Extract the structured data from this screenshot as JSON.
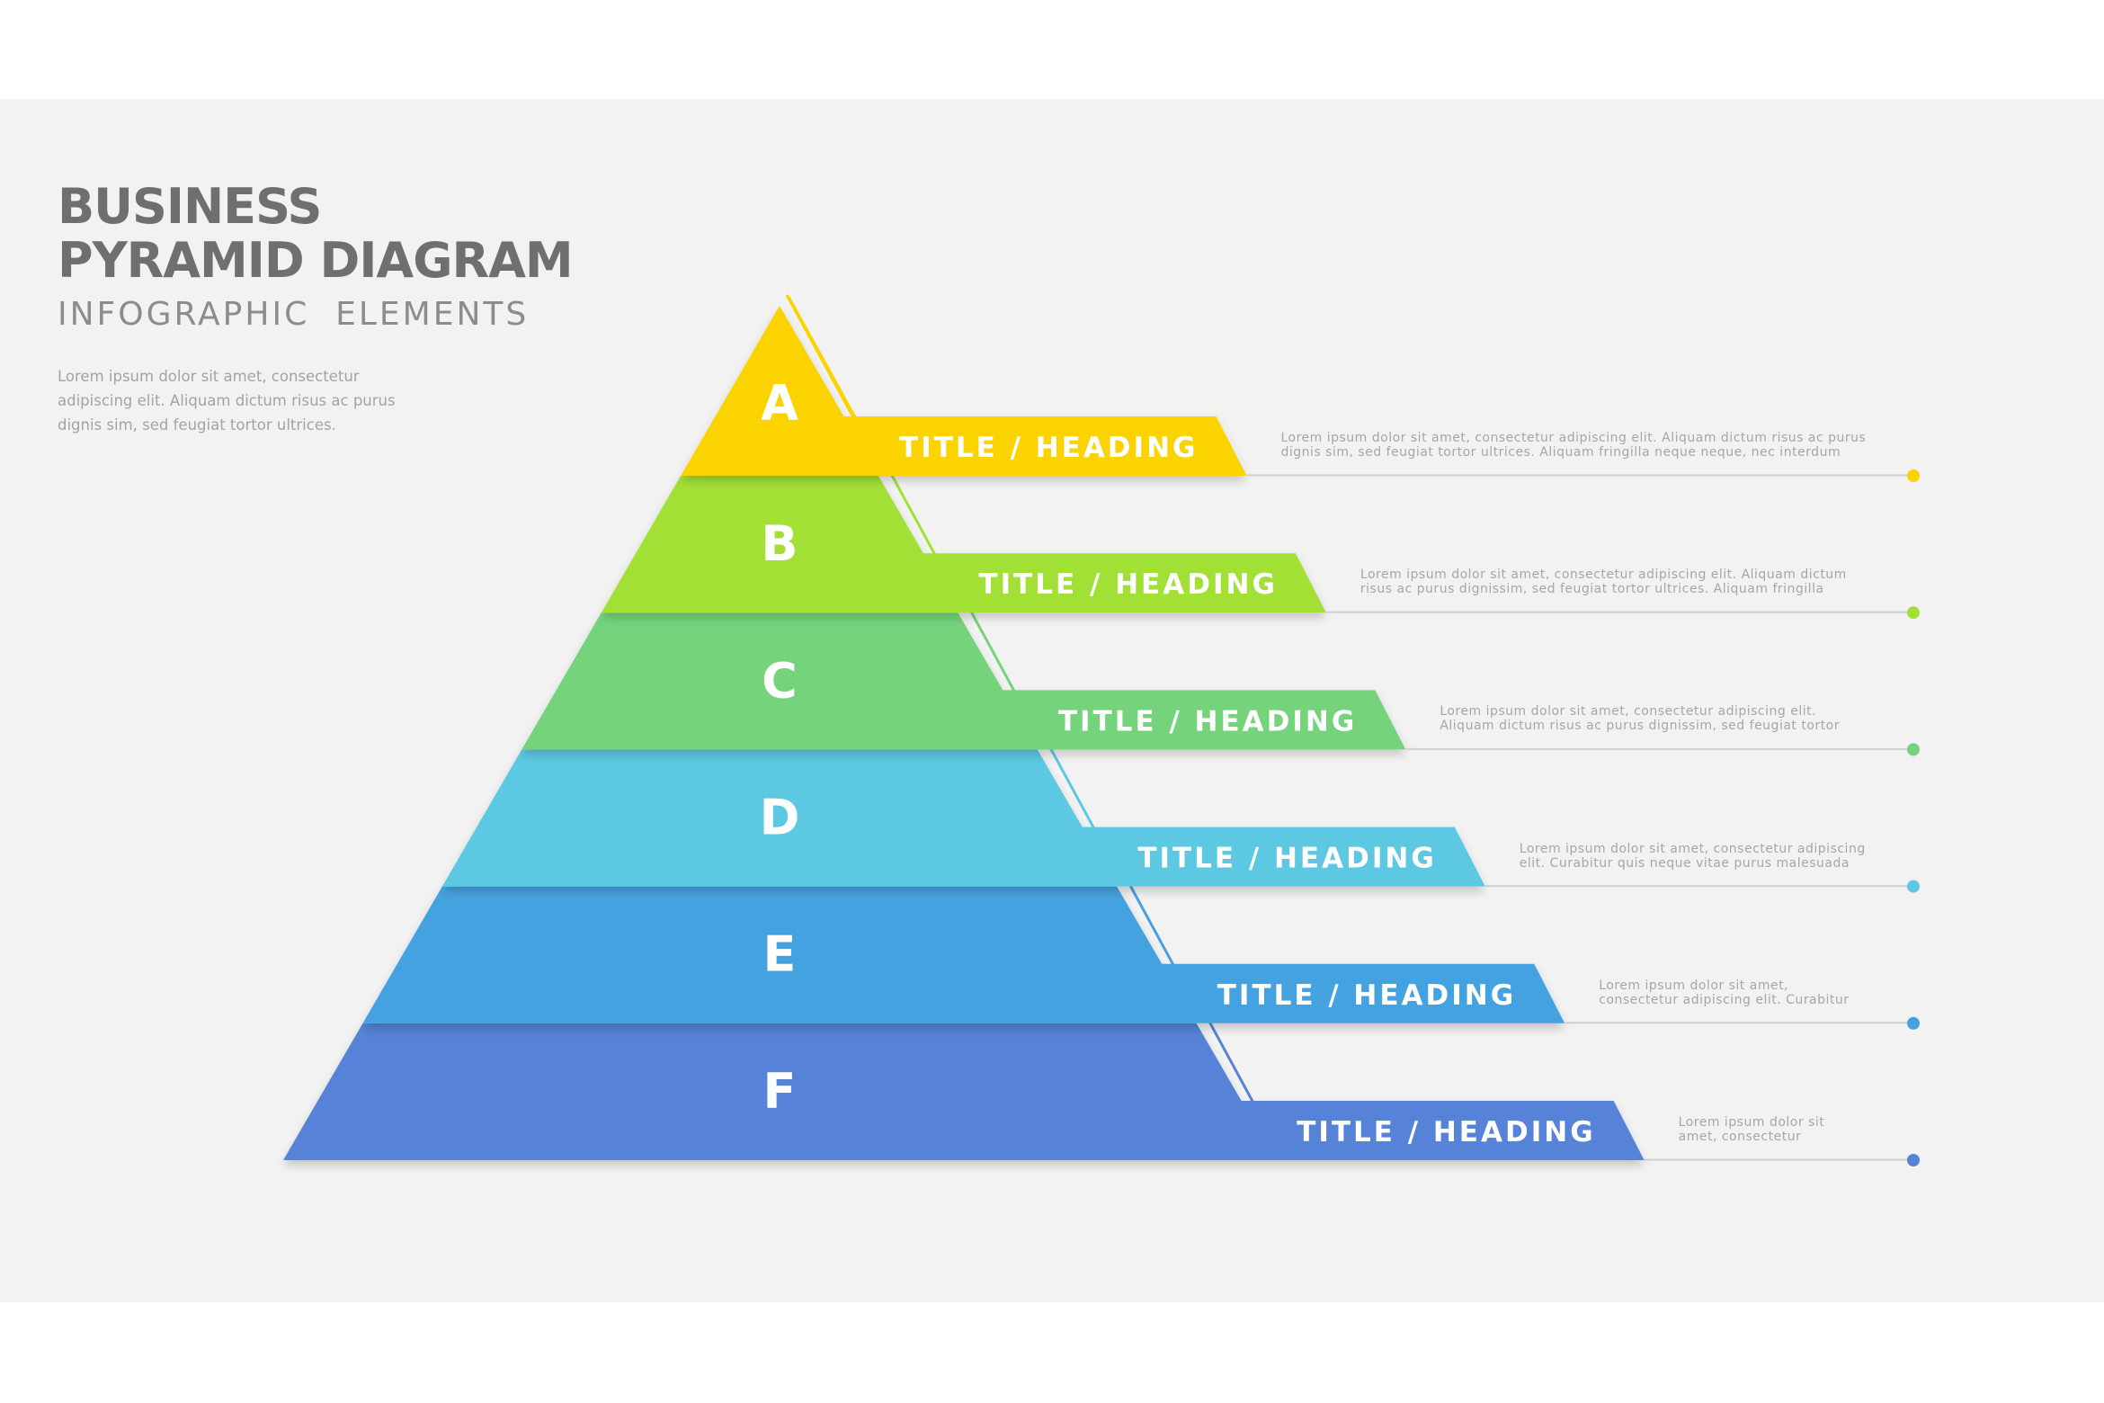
{
  "header": {
    "title_line1": "BUSINESS",
    "title_line2": "PYRAMID DIAGRAM",
    "subtitle": "INFOGRAPHIC  ELEMENTS"
  },
  "intro": {
    "lines": [
      "Lorem ipsum dolor sit amet, consectetur",
      "adipiscing elit. Aliquam dictum risus ac purus",
      "dignis sim, sed feugiat tortor ultrices."
    ]
  },
  "levels": [
    {
      "letter": "A",
      "title": "TITLE / HEADING",
      "color": "#fad300",
      "desc": [
        "Lorem ipsum dolor sit amet, consectetur adipiscing elit. Aliquam dictum risus ac purus",
        "dignis sim, sed feugiat tortor ultrices. Aliquam fringilla neque neque, nec interdum"
      ]
    },
    {
      "letter": "B",
      "title": "TITLE / HEADING",
      "color": "#a3e036",
      "desc": [
        "Lorem ipsum dolor sit amet, consectetur adipiscing elit. Aliquam dictum",
        "risus ac purus dignissim, sed feugiat tortor ultrices. Aliquam fringilla"
      ]
    },
    {
      "letter": "C",
      "title": "TITLE / HEADING",
      "color": "#74d37b",
      "desc": [
        "Lorem ipsum dolor sit amet, consectetur adipiscing elit.",
        "Aliquam dictum risus ac purus dignissim, sed feugiat tortor"
      ]
    },
    {
      "letter": "D",
      "title": "TITLE / HEADING",
      "color": "#5cc8e2",
      "desc": [
        "Lorem ipsum dolor sit amet, consectetur adipiscing",
        "elit. Curabitur quis neque vitae purus malesuada"
      ]
    },
    {
      "letter": "E",
      "title": "TITLE / HEADING",
      "color": "#45a2e0",
      "desc": [
        "Lorem ipsum dolor sit amet,",
        "consectetur adipiscing elit. Curabitur"
      ]
    },
    {
      "letter": "F",
      "title": "TITLE / HEADING",
      "color": "#5683d7",
      "desc": [
        "Lorem ipsum dolor sit",
        "amet, consectetur"
      ]
    }
  ]
}
